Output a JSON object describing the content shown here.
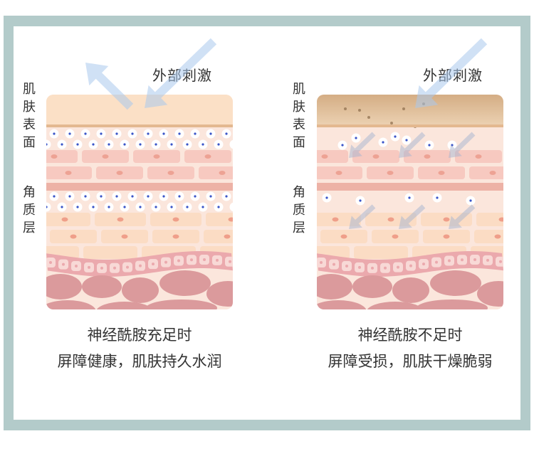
{
  "left": {
    "stimulus_label": "外部刺激",
    "surface_label": "肌肤表面",
    "stratum_label": "角质层",
    "caption_line1": "神经酰胺充足时",
    "caption_line2": "屏障健康，肌肤持久水润"
  },
  "right": {
    "stimulus_label": "外部刺激",
    "surface_label": "肌肤表面",
    "stratum_label": "角质层",
    "caption_line1": "神经酰胺不足时",
    "caption_line2": "屏障受损，肌肤干燥脆弱"
  },
  "colors": {
    "frame": "#b3cbca",
    "healthy_surface": "#fbe0c6",
    "damaged_surface": "#d7b48e",
    "arrow": "#a9c8ec"
  }
}
